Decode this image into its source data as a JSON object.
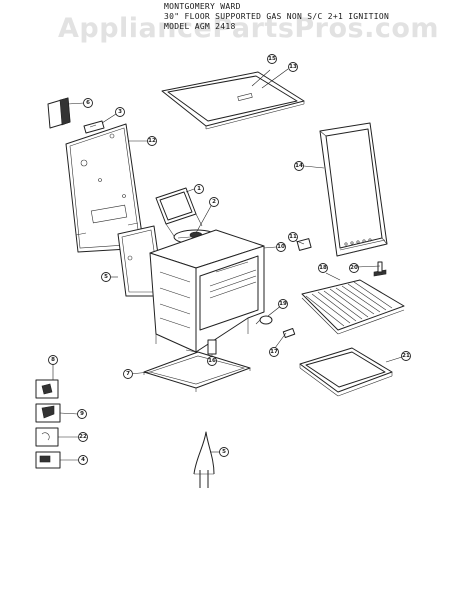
{
  "header": {
    "line1": "MONTGOMERY WARD",
    "line2": "30\" FLOOR SUPPORTED GAS NON S/C 2+1 IGNITION",
    "line3": "MODEL AGM 2418"
  },
  "watermark": "AppliancePartsPros.com",
  "callouts": [
    "6",
    "3",
    "15",
    "13",
    "12",
    "14",
    "1",
    "2",
    "5",
    "10",
    "11",
    "18",
    "20",
    "19",
    "17",
    "16",
    "21",
    "7",
    "8",
    "9",
    "22",
    "4",
    "5"
  ]
}
